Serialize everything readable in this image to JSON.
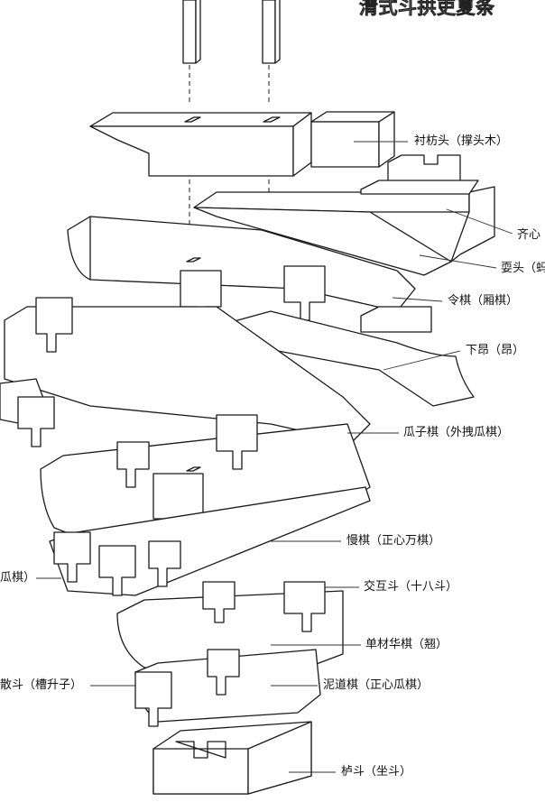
{
  "title": "清式斗拱吏夏条",
  "labels": [
    {
      "id": "chenfangtou",
      "text": "衬枋头（撑头木）"
    },
    {
      "id": "qixin",
      "text": "齐心"
    },
    {
      "id": "shuatou",
      "text": "耍头（蚂"
    },
    {
      "id": "linggong",
      "text": "令棋（厢棋）"
    },
    {
      "id": "xiaang",
      "text": "下昂（昂）"
    },
    {
      "id": "guazigong",
      "text": "瓜子棋（外拽瓜棋）"
    },
    {
      "id": "guagong-left",
      "text": "瓜棋）"
    },
    {
      "id": "mangong",
      "text": "慢棋（正心万棋）"
    },
    {
      "id": "jiaohudou",
      "text": "交互斗（十八斗）"
    },
    {
      "id": "dancai",
      "text": "单材华棋（翘）"
    },
    {
      "id": "sandou",
      "text": "散斗（槽升子）"
    },
    {
      "id": "nidaogong",
      "text": "泥道棋（正心瓜棋）"
    },
    {
      "id": "ludou",
      "text": "栌斗（坐斗）"
    }
  ]
}
